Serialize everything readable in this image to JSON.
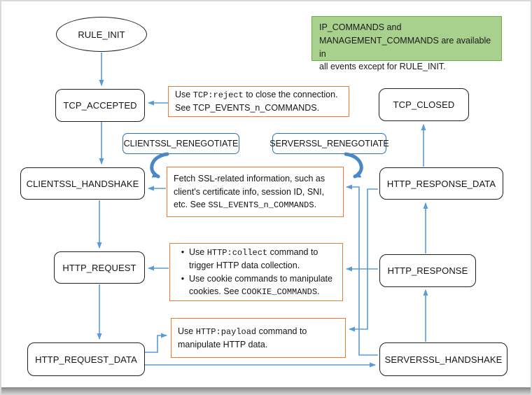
{
  "diagram": {
    "title": "iRules event flow diagram",
    "nodes": {
      "rule_init": "RULE_INIT",
      "tcp_accepted": "TCP_ACCEPTED",
      "clientssl_handshake": "CLIENTSSL_HANDSHAKE",
      "http_request": "HTTP_REQUEST",
      "http_request_data": "HTTP_REQUEST_DATA",
      "tcp_closed": "TCP_CLOSED",
      "http_response_data": "HTTP_RESPONSE_DATA",
      "http_response": "HTTP_RESPONSE",
      "serverssl_handshake": "SERVERSSL_HANDSHAKE",
      "clientssl_renegotiate": "CLIENTSSL_RENEGOTIATE",
      "serverssl_renegotiate": "SERVERSSL_RENEGOTIATE"
    },
    "annotations": {
      "availability": {
        "lines": [
          "IP_COMMANDS and",
          "MANAGEMENT_COMMANDS are available in",
          "all events except for RULE_INIT."
        ]
      },
      "tcp_note": {
        "line1_pre": "Use ",
        "line1_code": "TCP:reject",
        "line1_post": " to close the connection.",
        "line2": "See TCP_EVENTS_n_COMMANDS."
      },
      "ssl_note": {
        "line1": "Fetch SSL-related information, such as",
        "line2": "client’s certificate info, session ID, SNI,",
        "line3_pre": "etc. See ",
        "line3_code": "SSL_EVENTS_n_COMMANDS",
        "line3_post": "."
      },
      "http_note": {
        "bullet_glyph": "•",
        "b1_line1_pre": "Use ",
        "b1_line1_code": "HTTP:collect",
        "b1_line1_post": " command to",
        "b1_line2": "trigger HTTP data collection.",
        "b2_line1": "Use cookie commands to manipulate",
        "b2_line2_pre": "cookies. See ",
        "b2_line2_code": "COOKIE_COMMANDS",
        "b2_line2_post": "."
      },
      "payload_note": {
        "line1_pre": "Use ",
        "line1_code": "HTTP:payload",
        "line1_post": " command to",
        "line2": "manipulate HTTP data."
      }
    },
    "colors": {
      "arrow_blue": "#5B9BD5",
      "loop_arrow_blue": "#4A87C7",
      "orange_note_border": "#ED7D31",
      "green_note_fill": "#A9D18E",
      "green_note_border": "#70AD47",
      "renegotiate_border": "#2E74B5",
      "node_border": "#1F1F1F"
    }
  }
}
